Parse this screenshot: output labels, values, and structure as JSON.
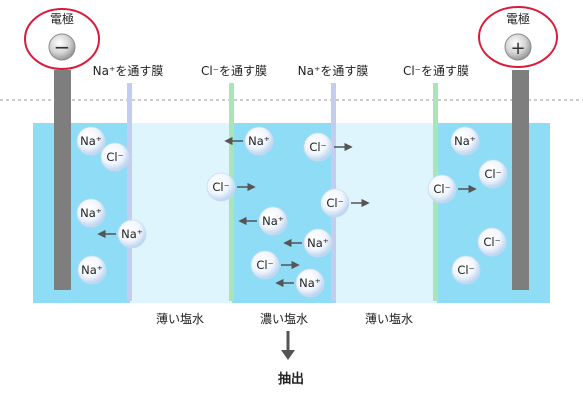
{
  "electrodes": {
    "title": "電極",
    "negative_symbol": "−",
    "positive_symbol": "+"
  },
  "membranes": [
    {
      "label": "Na⁺を通す膜",
      "color": "#c3cdf0"
    },
    {
      "label": "Cl⁻を通す膜",
      "color": "#a8e6b8"
    },
    {
      "label": "Na⁺を通す膜",
      "color": "#c3cdf0"
    },
    {
      "label": "Cl⁻を通す膜",
      "color": "#a8e6b8"
    }
  ],
  "compartments": [
    {
      "label": "薄い塩水"
    },
    {
      "label": "濃い塩水"
    },
    {
      "label": "薄い塩水"
    }
  ],
  "output": {
    "label": "抽出"
  },
  "ion_names": {
    "na": "Na⁺",
    "cl": "Cl⁻"
  },
  "ions": [
    {
      "type": "na",
      "arrow": "none"
    },
    {
      "type": "cl",
      "arrow": "none"
    },
    {
      "type": "na",
      "arrow": "none"
    },
    {
      "type": "na",
      "arrow": "left"
    },
    {
      "type": "na",
      "arrow": "none"
    },
    {
      "type": "na",
      "arrow": "left"
    },
    {
      "type": "cl",
      "arrow": "right"
    },
    {
      "type": "na",
      "arrow": "left"
    },
    {
      "type": "cl",
      "arrow": "right"
    },
    {
      "type": "cl",
      "arrow": "right"
    },
    {
      "type": "na",
      "arrow": "left"
    },
    {
      "type": "cl",
      "arrow": "right"
    },
    {
      "type": "na",
      "arrow": "left"
    },
    {
      "type": "na",
      "arrow": "none"
    },
    {
      "type": "cl",
      "arrow": "none"
    },
    {
      "type": "cl",
      "arrow": "right"
    },
    {
      "type": "cl",
      "arrow": "none"
    },
    {
      "type": "cl",
      "arrow": "none"
    }
  ],
  "colors": {
    "water_dark": "#8fdcf6",
    "water_light": "#dff5fd",
    "electrode": "#7e7e7e",
    "circle_highlight": "#d91c3c",
    "arrow": "#555555",
    "text": "#222222"
  }
}
